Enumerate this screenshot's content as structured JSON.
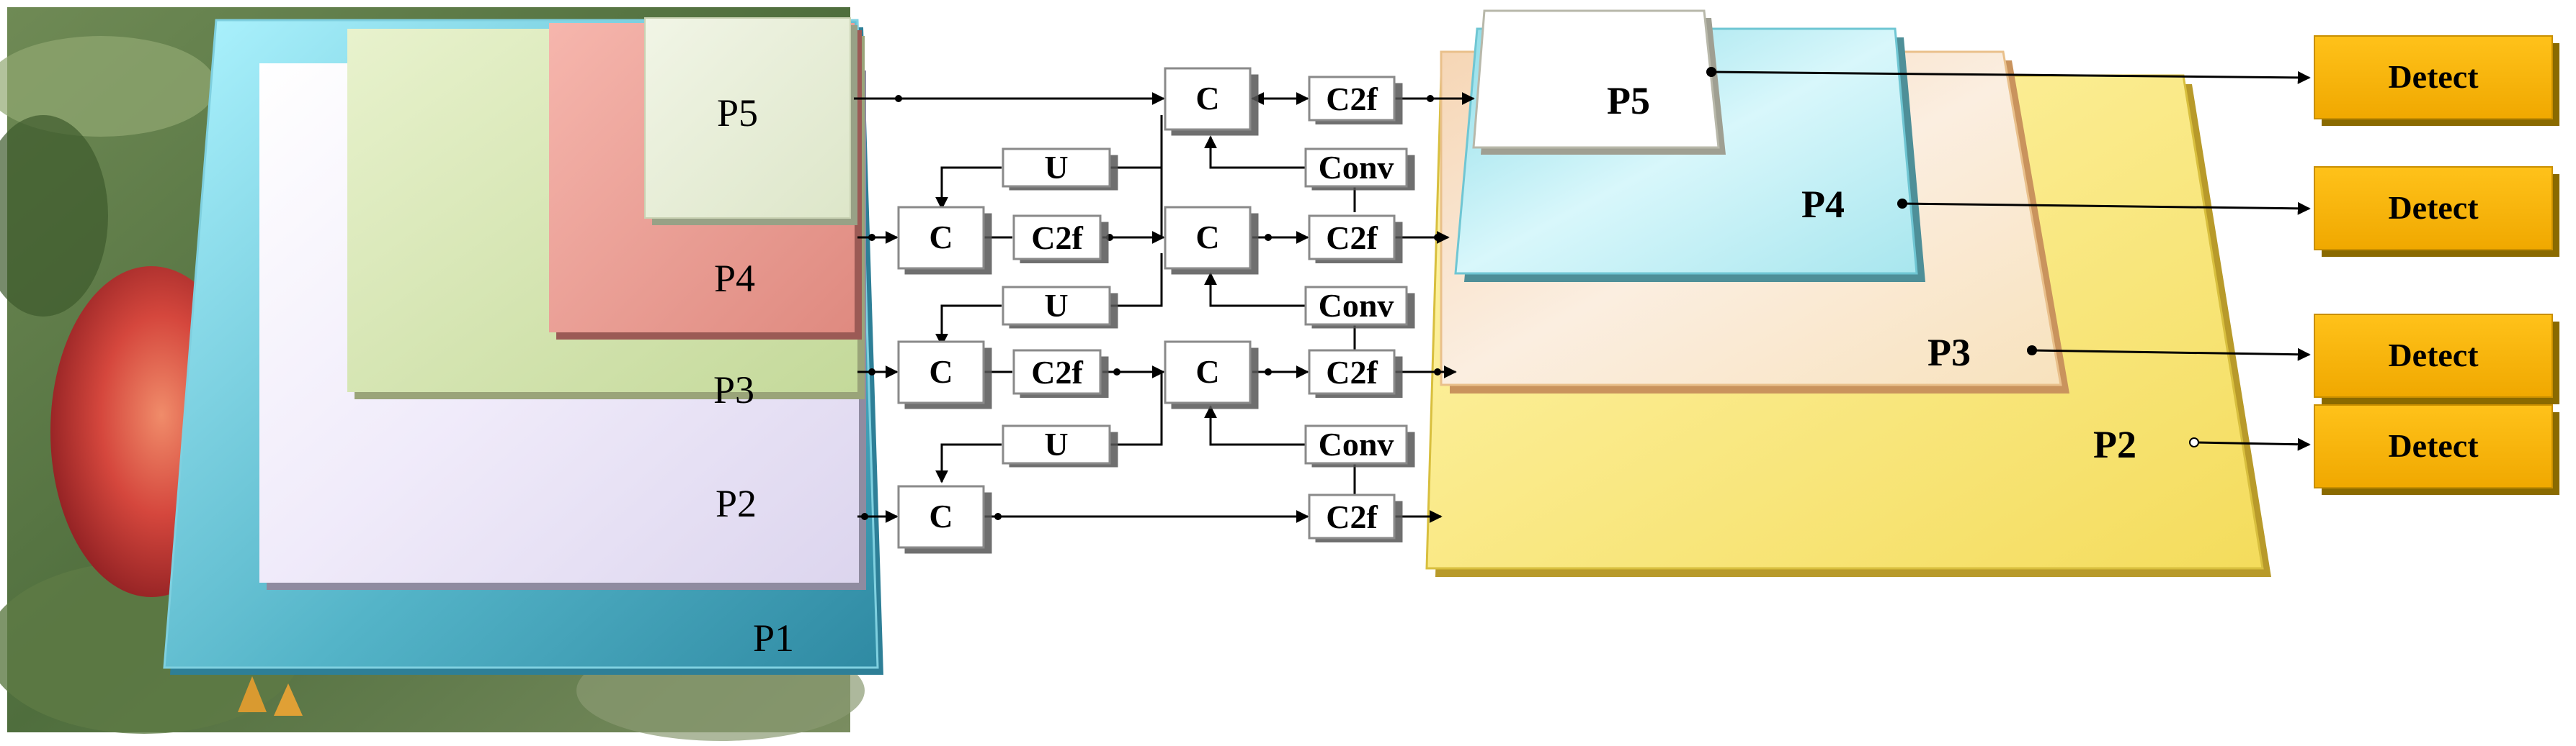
{
  "backbone": {
    "p1": "P1",
    "p2": "P2",
    "p3": "P3",
    "p4": "P4",
    "p5": "P5"
  },
  "neck": {
    "concat": "C",
    "c2f": "C2f",
    "upsample": "U",
    "conv": "Conv"
  },
  "head": {
    "p2": "P2",
    "p3": "P3",
    "p4": "P4",
    "p5": "P5",
    "detect": "Detect"
  },
  "colors": {
    "p1": "#3a9fb5",
    "p2": "#e8e0f3",
    "p3": "#cfe0a6",
    "p4": "#e6938a",
    "p5": "#e6ecd7",
    "head_p2": "#f7e36b",
    "head_p3": "#f8e2c2",
    "head_p4": "#a8e6ee",
    "head_p5": "#ffffff",
    "detect": "#f6b400"
  }
}
